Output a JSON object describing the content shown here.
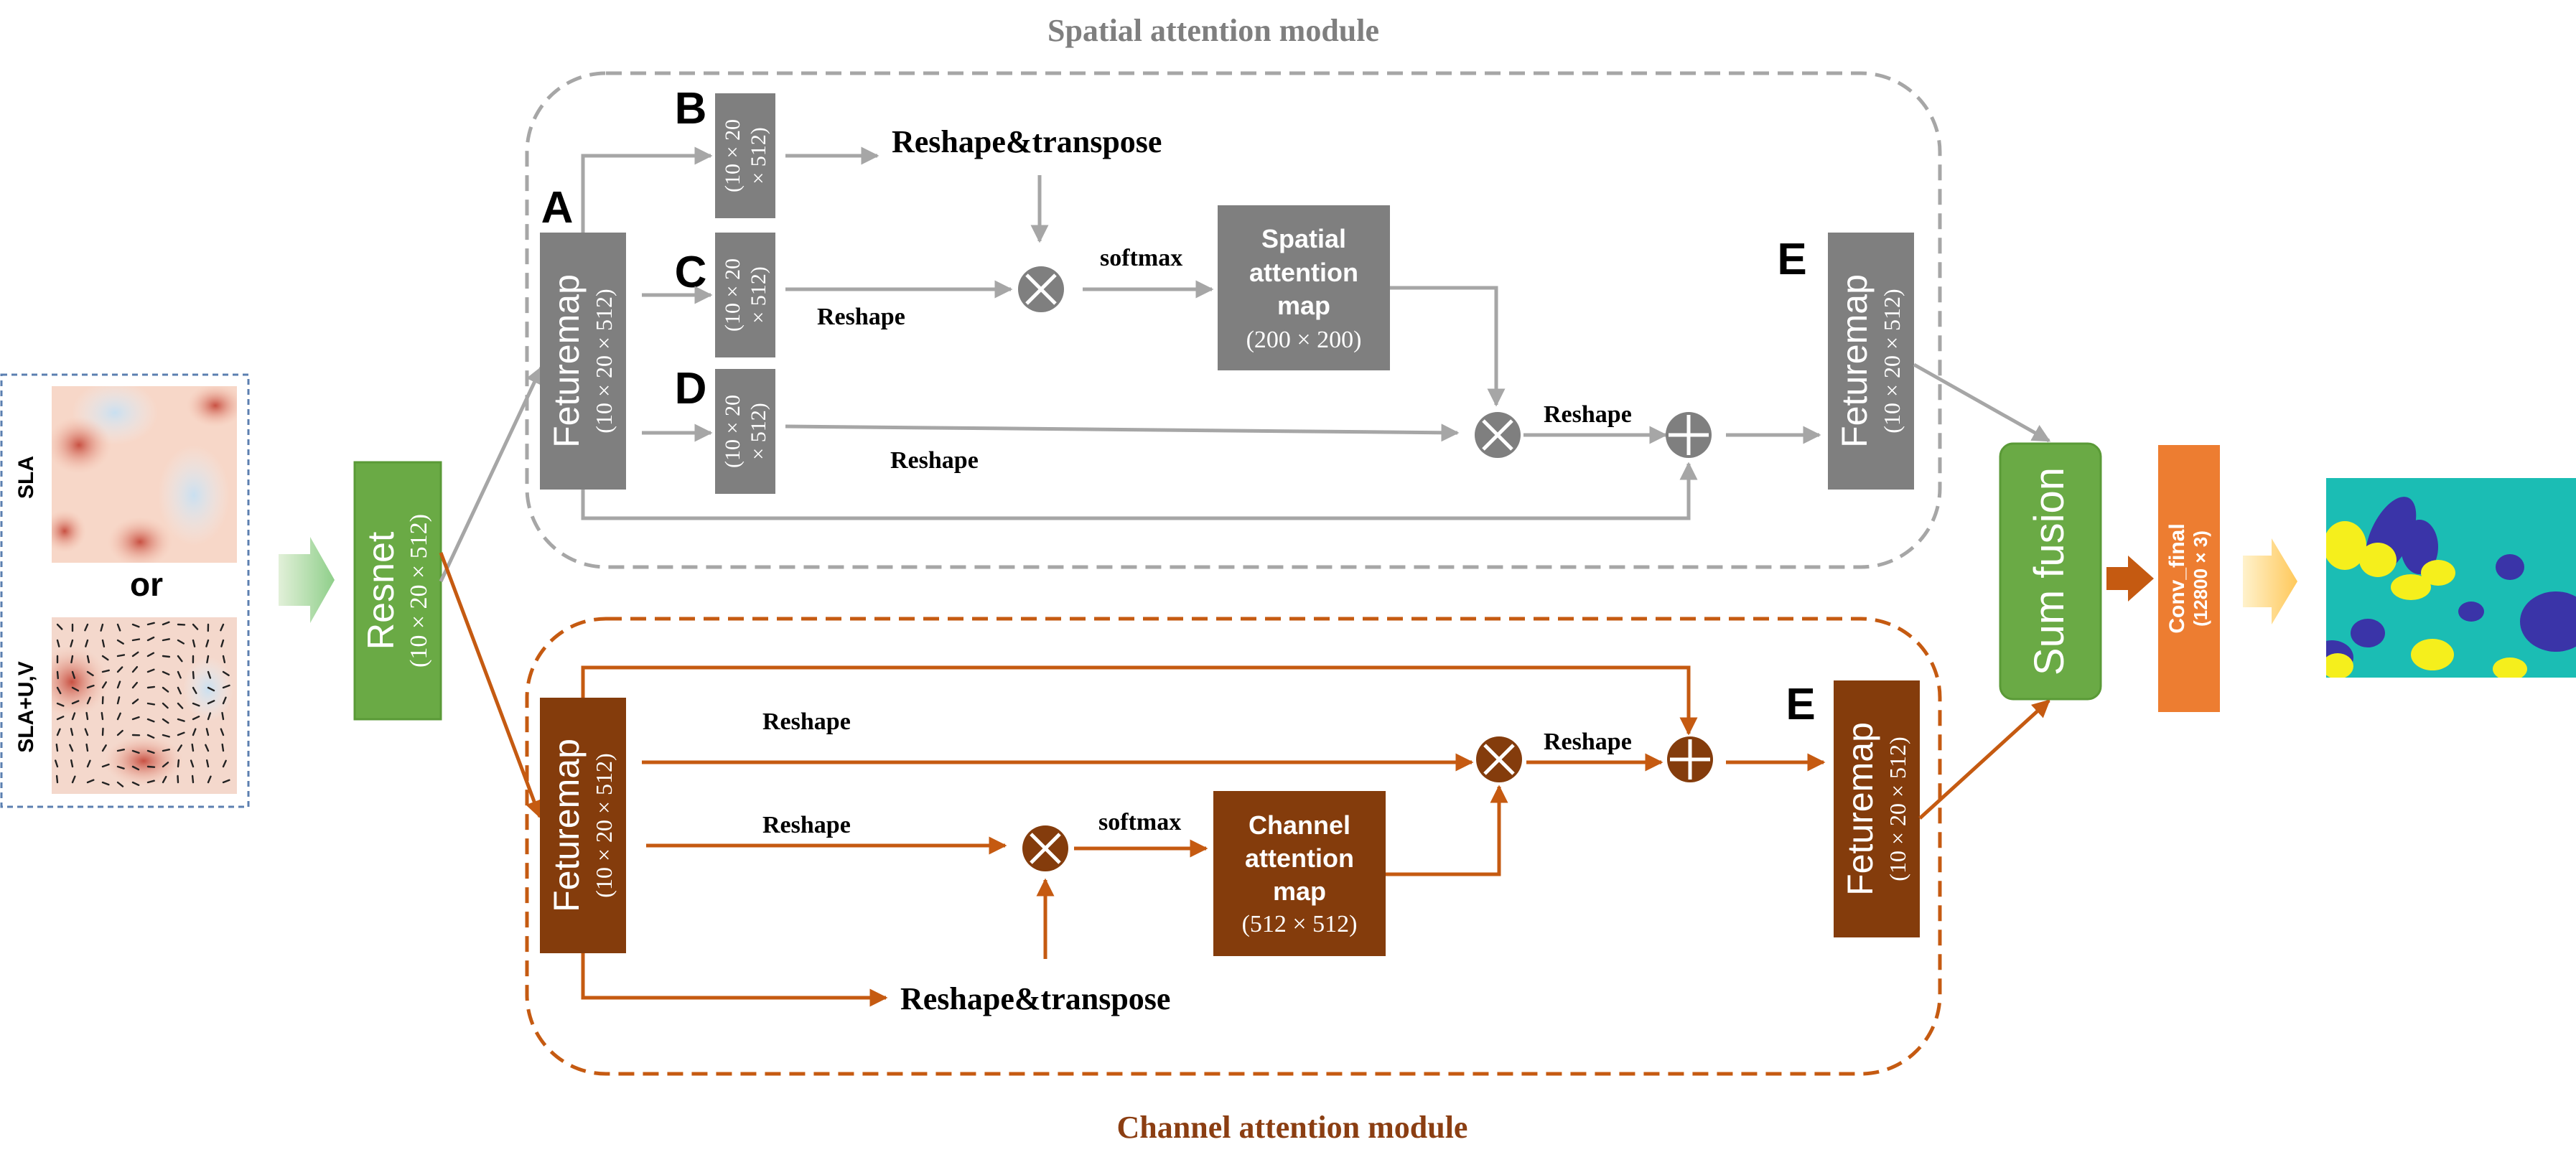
{
  "titles": {
    "spatial": "Spatial attention module",
    "channel": "Channel attention module"
  },
  "input": {
    "sla_label": "SLA",
    "or_label": "or",
    "slauv_label": "SLA+U,V"
  },
  "resnet": {
    "name": "Resnet",
    "dims": "(10 × 20 × 512)"
  },
  "spatial": {
    "letter_a": "A",
    "letter_b": "B",
    "letter_c": "C",
    "letter_d": "D",
    "letter_e": "E",
    "feature_name": "Feturemap",
    "feature_dims": "(10 × 20 × 512)",
    "small_dims_line1": "(10 × 20",
    "small_dims_line2": "× 512)",
    "reshape_transpose": "Reshape&transpose",
    "reshape": "Reshape",
    "softmax": "softmax",
    "map_line1": "Spatial",
    "map_line2": "attention",
    "map_line3": "map",
    "map_dims": "(200 × 200)"
  },
  "channel": {
    "letter_e": "E",
    "feature_name": "Feturemap",
    "feature_dims": "(10 × 20 × 512)",
    "reshape": "Reshape",
    "softmax": "softmax",
    "reshape_transpose": "Reshape&transpose",
    "map_line1": "Channel",
    "map_line2": "attention",
    "map_line3": "map",
    "map_dims": "(512 × 512)"
  },
  "sum_fusion": "Sum fusion",
  "conv": {
    "name": "Conv_final",
    "dims": "(12800 × 3)"
  },
  "colors": {
    "gray": "#a6a6a6",
    "gray_box": "#7f7f7f",
    "brown": "#8b3e12",
    "orange_line": "#c55a11",
    "green": "#6aaa45",
    "orange_box": "#ed7d31",
    "teal": "#1bbdb4",
    "purple": "#3a34a8",
    "yellow": "#f5ef1c"
  }
}
